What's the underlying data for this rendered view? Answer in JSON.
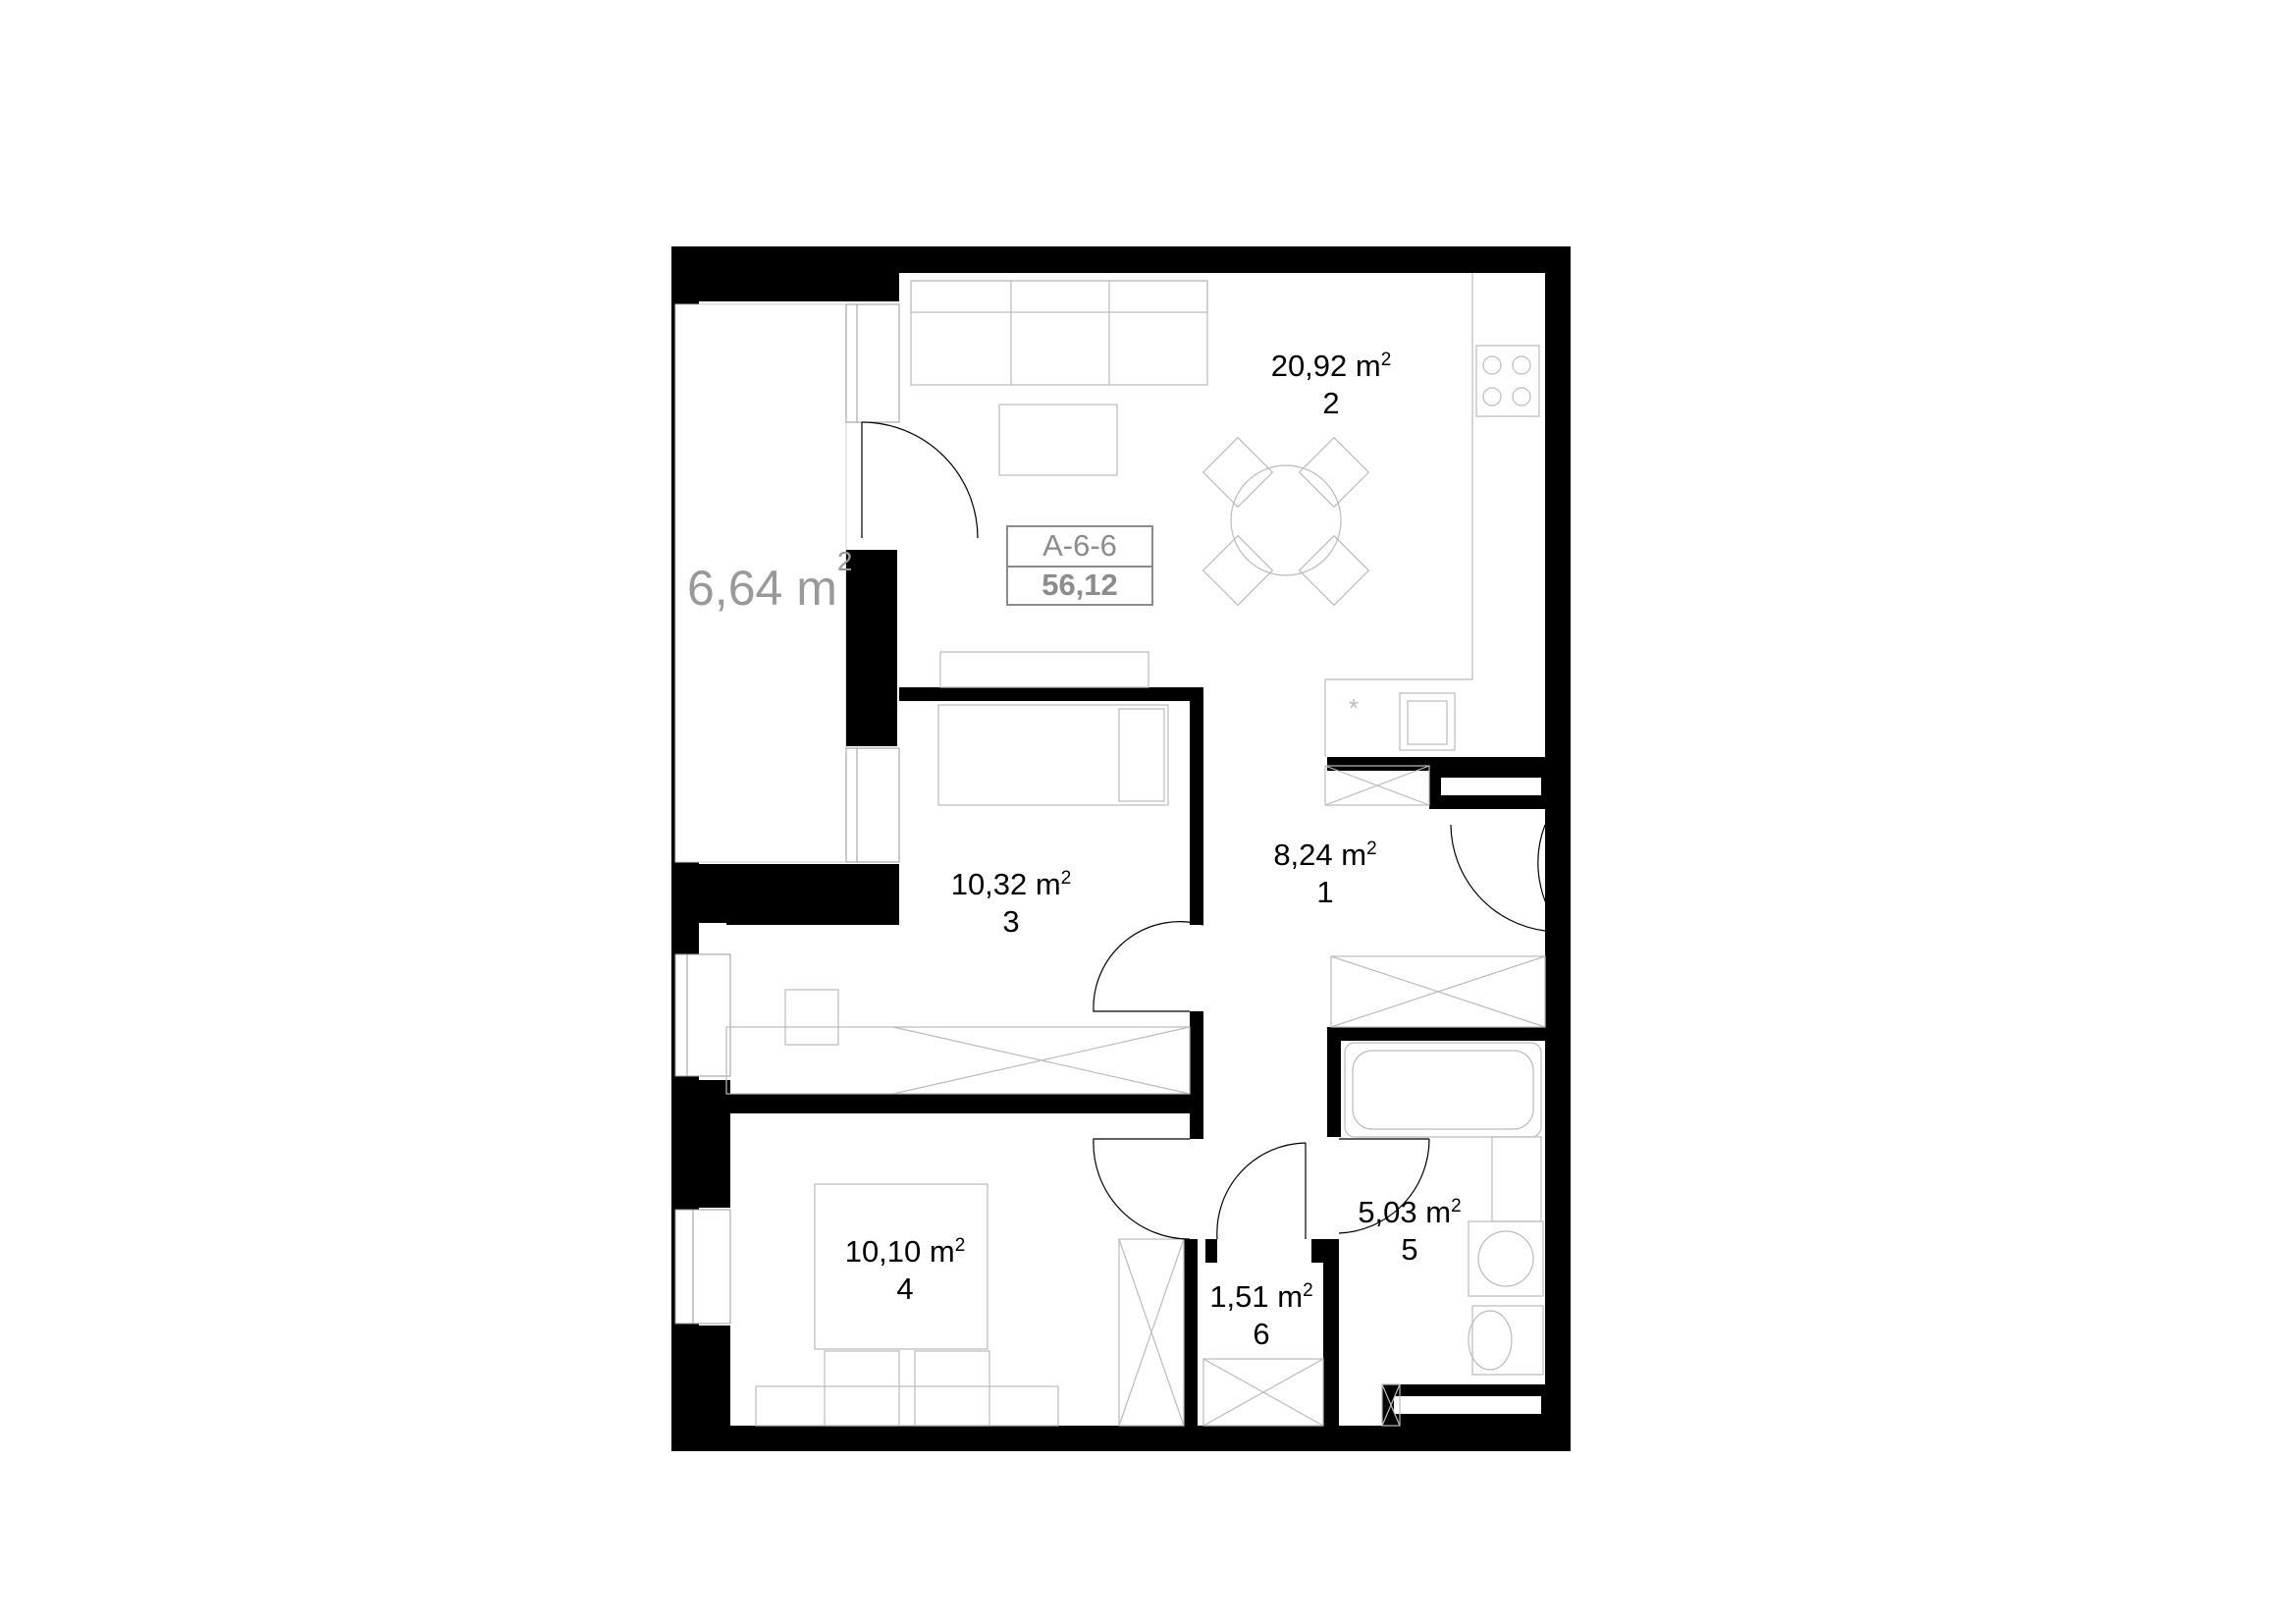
{
  "apartment": {
    "code": "A-6-6",
    "total_area": "56,12"
  },
  "balcony": {
    "area": "6,64 m",
    "sup": "2"
  },
  "rooms": [
    {
      "area": "8,24 m",
      "sup": "2",
      "number": "1"
    },
    {
      "area": "20,92 m",
      "sup": "2",
      "number": "2"
    },
    {
      "area": "10,32 m",
      "sup": "2",
      "number": "3"
    },
    {
      "area": "10,10 m",
      "sup": "2",
      "number": "4"
    },
    {
      "area": "5,03 m",
      "sup": "2",
      "number": "5"
    },
    {
      "area": "1,51 m",
      "sup": "2",
      "number": "6"
    }
  ]
}
